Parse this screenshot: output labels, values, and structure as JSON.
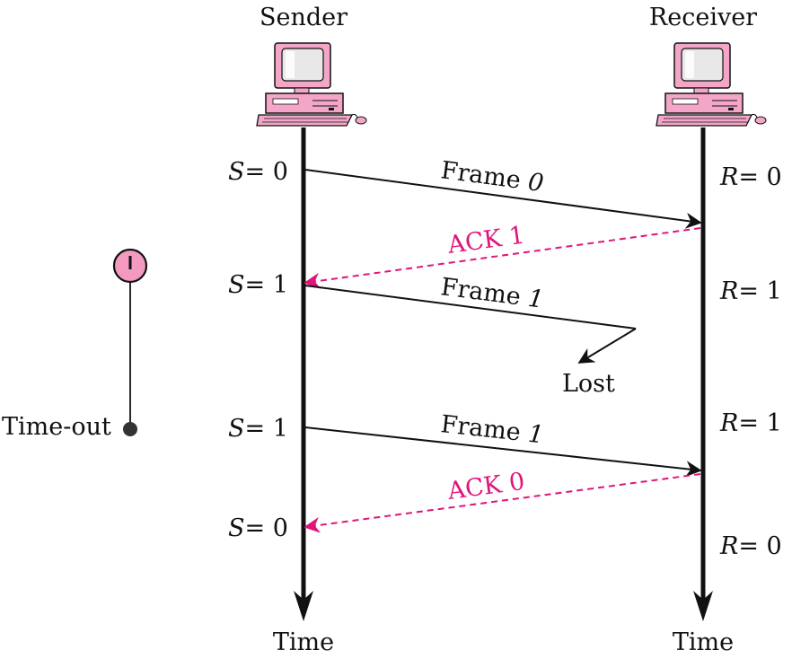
{
  "sender": {
    "label": "Sender",
    "time": "Time"
  },
  "receiver": {
    "label": "Receiver",
    "time": "Time"
  },
  "timer": {
    "label": "Time-out"
  },
  "sender_states": [
    {
      "var": "S",
      "eq": "= 0"
    },
    {
      "var": "S",
      "eq": "= 1"
    },
    {
      "var": "S",
      "eq": "= 1"
    },
    {
      "var": "S",
      "eq": "= 0"
    }
  ],
  "receiver_states": [
    {
      "var": "R",
      "eq": "= 0"
    },
    {
      "var": "R",
      "eq": "= 1"
    },
    {
      "var": "R",
      "eq": "= 1"
    },
    {
      "var": "R",
      "eq": "= 0"
    }
  ],
  "messages": [
    {
      "text": "Frame ",
      "num": "0"
    },
    {
      "text": "ACK 1"
    },
    {
      "text": "Frame ",
      "num": "1"
    },
    {
      "text": "Lost"
    },
    {
      "text": "Frame ",
      "num": "1"
    },
    {
      "text": "ACK 0"
    }
  ],
  "colors": {
    "ack": "#e0157a",
    "line": "#111111",
    "computer": "#f4a6c8",
    "timer_face": "#f49ac0"
  }
}
